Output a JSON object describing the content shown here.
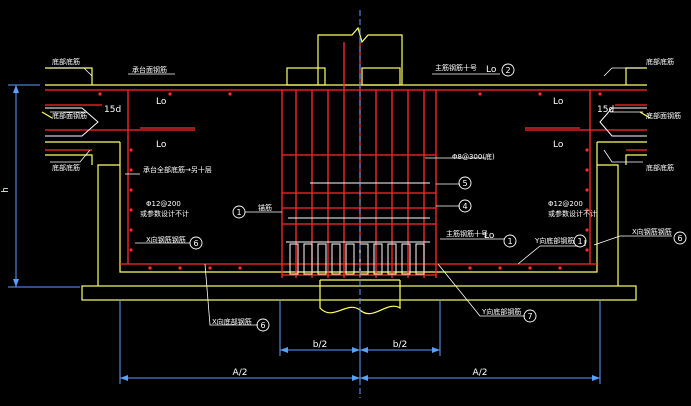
{
  "drawing": {
    "colors": {
      "background": "#000000",
      "outline": "#ffff66",
      "rebar": "#ff2a2a",
      "dimension": "#5aa0ff",
      "stirrup": "#ffffff",
      "text": "#ffffff"
    },
    "labels": {
      "top_left_1": "底部底筋",
      "top_left_2": "承台面钢筋",
      "mid_left_1": "底部面钢筋",
      "bot_left_1": "底部底筋",
      "cap_rebar_note": "承台全部底筋→另十层",
      "left_bar_spec": "Φ12@200",
      "left_bar_note": "或参数设计不计",
      "x_side_bar_left": "X向钢筋钢筋",
      "x_bottom_bar": "X向底部钢筋",
      "top_right_main_bar": "主筋钢筋十号",
      "top_right_1": "底部底筋",
      "mid_right_1": "底部面钢筋",
      "bot_right_1": "底部底筋",
      "stirrup_spec": "Φ8@300(底)",
      "anchor_bar": "锚筋",
      "right_main_bar": "主筋钢筋十号",
      "right_bar_spec": "Φ12@200",
      "right_bar_note": "或参数设计不计",
      "y_bottom_bar_right": "Y向底部钢筋",
      "x_side_bar_right": "X向钢筋钢筋",
      "y_bottom_bar_center": "Y向底部钢筋",
      "lo_top": "Lo",
      "lo_left_upper": "Lo",
      "lo_left_lower": "Lo",
      "lo_right_upper": "Lo",
      "lo_right_lower": "Lo",
      "lo_right_main": "Lo",
      "anchor_len_left": "15d",
      "anchor_len_right": "15d"
    },
    "markers": {
      "m2": "2",
      "m5": "5",
      "m4": "4",
      "m1_left": "1",
      "m1_right": "1",
      "m1_right2": "1",
      "m6_left": "6",
      "m6_right": "6",
      "m6_bottom": "6",
      "m7": "7"
    },
    "dimensions": {
      "height": "h",
      "half_b_left": "b/2",
      "half_b_right": "b/2",
      "half_a_left": "A/2",
      "half_a_right": "A/2"
    }
  }
}
